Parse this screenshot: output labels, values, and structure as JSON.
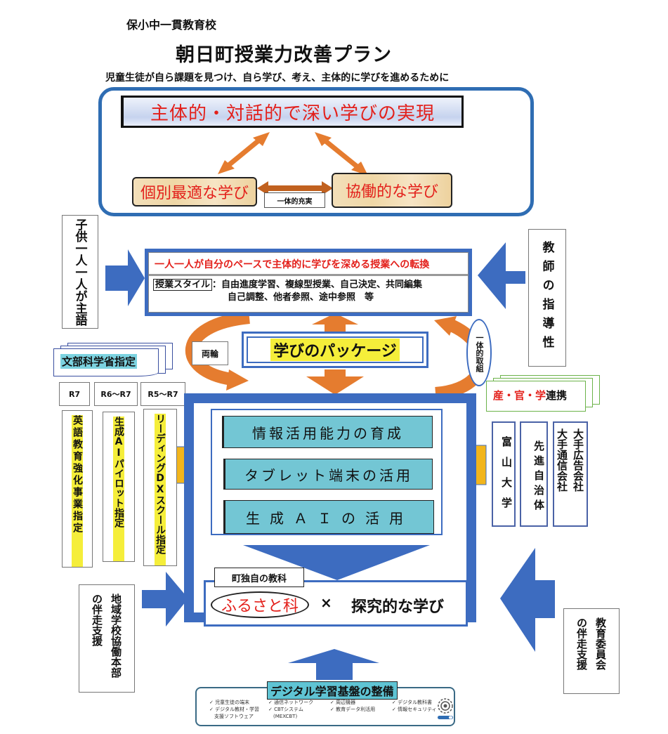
{
  "header": {
    "school": "保小中一貫教育校",
    "title": "朝日町授業力改善プラン",
    "subtitle": "児童生徒が自ら課題を見つけ、自ら学び、考え、主体的に学びを進めるために"
  },
  "top": {
    "goal": "主体的・対話的で深い学びの実現",
    "individual": "個別最適な学び",
    "collaborative": "協働的な学び",
    "link": "一体的充実"
  },
  "left_side": {
    "child_subject": "子供一人一人が主語",
    "mext": "文部科学省指定",
    "designations": [
      {
        "year": "R7",
        "label": "英語教育強化事業指定"
      },
      {
        "year": "R6～R7",
        "label": "生成AIパイロット指定"
      },
      {
        "year": "R5～R7",
        "label": "リーディングDXスクール指定"
      }
    ],
    "community": [
      "地域学校協働本部",
      "の伴走支援"
    ]
  },
  "right_side": {
    "teacher": "教師の指導性",
    "industry_red": "産・官・学",
    "industry_black": "連携",
    "partners": [
      {
        "label": "富山大学"
      },
      {
        "label": "先進自治体"
      },
      {
        "cols": [
          "大手広告会社",
          "大手通信会社"
        ]
      }
    ],
    "board": [
      "教育委員会",
      "の伴走支援"
    ]
  },
  "shift": {
    "title": "一人一人が自分のペースで主体的に学びを深める授業への転換",
    "style_label": "授業スタイル",
    "style_items_1": "：自由進度学習、複線型授業、自己決定、共同編集",
    "style_items_2": "自己調整、他者参照、途中参照　等"
  },
  "package": {
    "label": "学びのパッケージ",
    "wheels": "両輪",
    "integrated": "一体的取組"
  },
  "abilities": [
    "情報活用能力の育成",
    "タブレット端末の活用",
    "生成ＡＩの活用"
  ],
  "furusato": {
    "callout": "町独自の教科",
    "subject": "ふるさと科",
    "times": "×",
    "inquiry": "探究的な学び"
  },
  "digital": {
    "title": "デジタル学習基盤の整備",
    "columns": [
      [
        "✓ 児童生徒の端末",
        "✓ デジタル教材・学習",
        "　支援ソフトウェア"
      ],
      [
        "✓ 通信ネットワーク",
        "✓ CBTシステム",
        "　(MEXCBT)"
      ],
      [
        "✓ 周辺機器",
        "✓ 教育データ利活用"
      ],
      [
        "✓ デジタル教科書",
        "✓ 情報セキュリティ"
      ]
    ],
    "icon": "settings-gear-icon"
  },
  "colors": {
    "blue": "#3d6cc0",
    "frame_blue": "#2f6db3",
    "orange": "#e57c2f",
    "yellow_arrow": "#f2b51c",
    "red_text": "#e3201b",
    "highlight_yellow": "#f5ee3a",
    "cyan": "#73c6d4",
    "green": "#6cb34a"
  }
}
